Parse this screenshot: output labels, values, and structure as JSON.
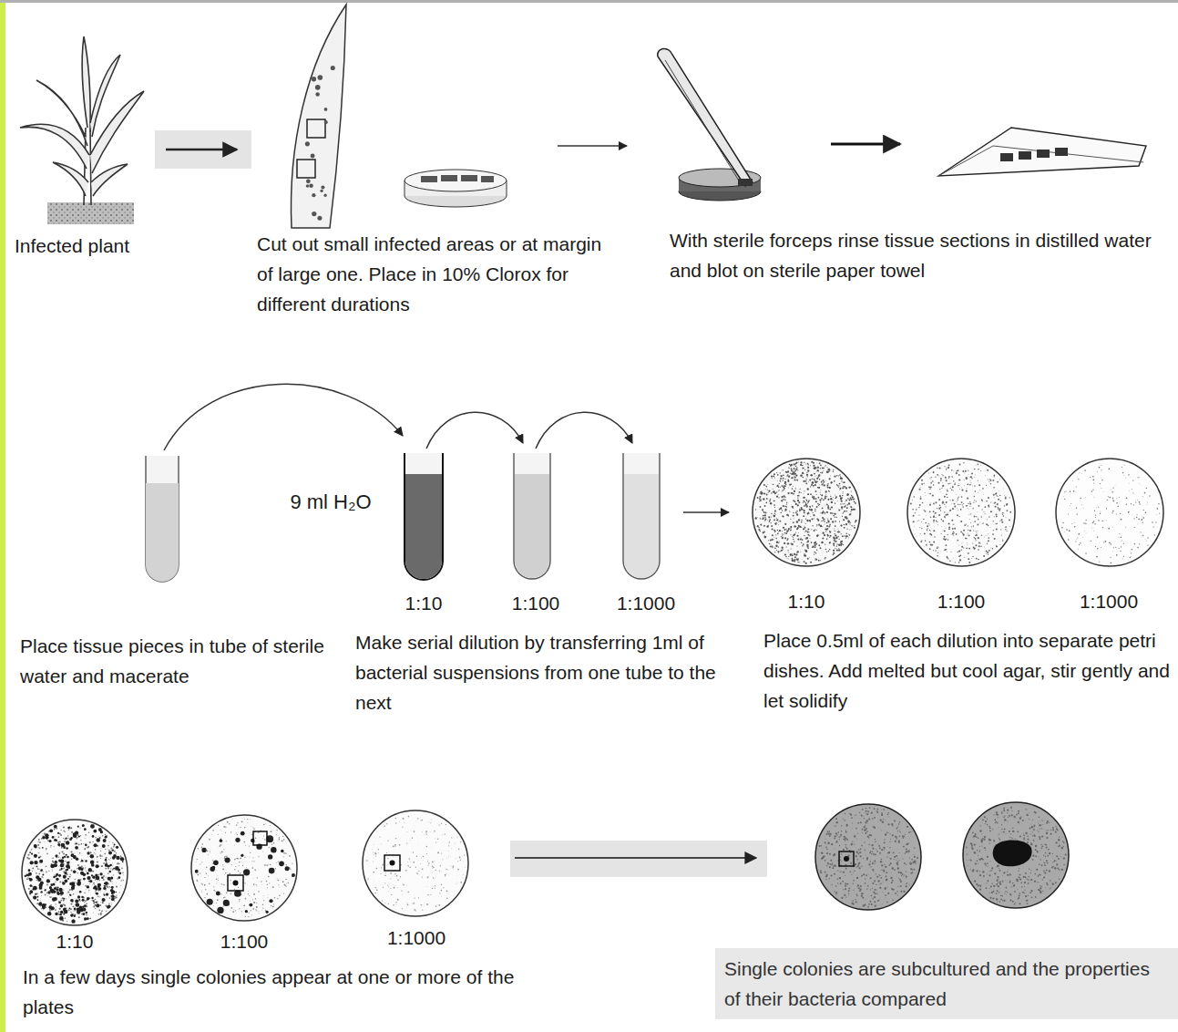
{
  "diagram": {
    "nodes": [
      {
        "text": [
          "Single colonies are subcultured and the properties of their bacteria compared"
        ]
      }
    ],
    "labels": [
      "Infected plant",
      "Cut out small infected areas or at margin of large one. Place in 10% Clorox for different durations",
      "With sterile forceps rinse tissue sections in distilled water and blot on sterile paper towel",
      "Place tissue pieces in tube of sterile water and macerate",
      "9 ml H₂O",
      "1:10",
      "1:100",
      "1:1000",
      "Make serial dilution by transferring 1ml of bacterial suspensions from one tube to the next",
      "1:10",
      "1:100",
      "1:1000",
      "Place 0.5ml of each dilution into separate petri dishes. Add melted but cool agar, stir gently and let solidify",
      "1:10",
      "1:100",
      "1:1000",
      "In a few days single colonies appear at one or more of the plates"
    ]
  }
}
